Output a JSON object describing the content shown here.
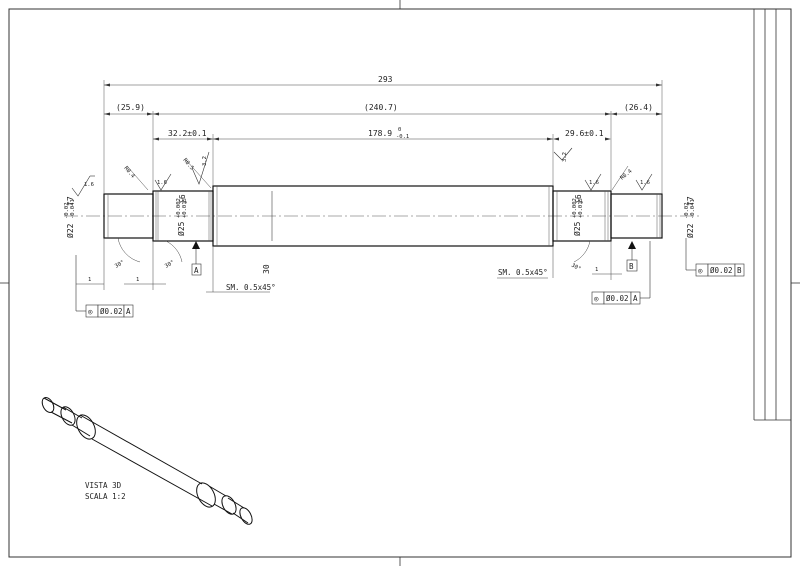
{
  "dimensions": {
    "overall_length": "293",
    "ref_left": "(25.9)",
    "ref_middle": "(240.7)",
    "ref_right": "(26.4)",
    "left_shoulder": "32.2±0.1",
    "center_length": "178.9",
    "center_tol_upper": "0",
    "center_tol_lower": "-0.1",
    "right_shoulder": "29.6±0.1",
    "center_diameter": "30",
    "left_dia_22": "Ø22",
    "left_dia_22_tol_upper": "-0.02",
    "left_dia_22_tol_lower": "-0.041",
    "left_dia_22_fit": "f7",
    "left_dia_25": "Ø25",
    "left_dia_25_tol_upper": "+0.002",
    "left_dia_25_tol_lower": "+0.015",
    "left_dia_25_fit": "j6",
    "right_dia_25": "Ø25",
    "right_dia_25_tol_upper": "+0.002",
    "right_dia_25_tol_lower": "+0.015",
    "right_dia_25_fit": "j6",
    "right_dia_22": "Ø22",
    "right_dia_22_tol_upper": "-0.02",
    "right_dia_22_tol_lower": "-0.041",
    "right_dia_22_fit": "f7",
    "left_gap": "1",
    "left_gap_2": "1",
    "right_gap": "1",
    "left_angle": "30°",
    "left_angle_2": "30°",
    "right_angle": "30°"
  },
  "radii": {
    "left_r04": "R0.4",
    "left_r05": "R0.5",
    "right_r04": "R0.4"
  },
  "surface": {
    "roughness_16": "1.6",
    "roughness_32": "3.2"
  },
  "chamfers": {
    "left": "SM. 0.5x45°",
    "right": "SM. 0.5x45°"
  },
  "datums": {
    "a": "A",
    "b": "B"
  },
  "tolerance_frames": {
    "left": {
      "symbol": "◎",
      "value": "Ø0.02",
      "datum": "A"
    },
    "right_lower": {
      "symbol": "◎",
      "value": "Ø0.02",
      "datum": "A"
    },
    "right_upper": {
      "symbol": "◎",
      "value": "Ø0.02",
      "datum": "B"
    }
  },
  "view_3d": {
    "title": "VISTA 3D",
    "scale": "SCALA 1:2"
  }
}
